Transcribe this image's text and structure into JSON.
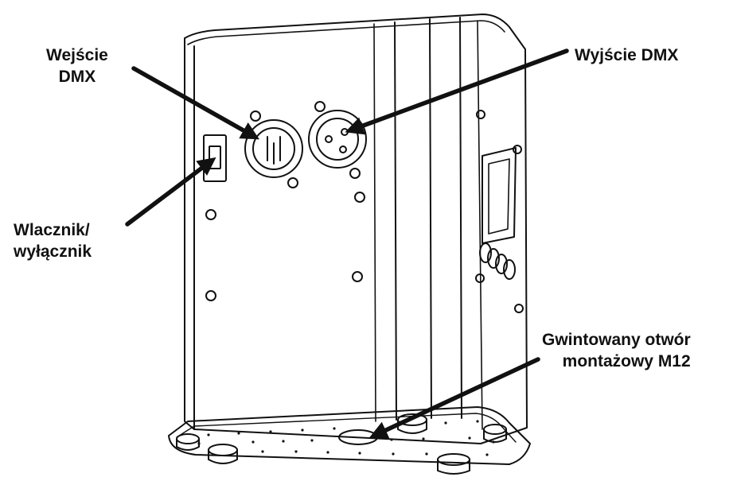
{
  "labels": {
    "dmx_in": {
      "line1": "Wejście",
      "line2": "DMX"
    },
    "dmx_out": {
      "line1": "Wyjście DMX"
    },
    "power_switch": {
      "line1": "Wlacznik/",
      "line2": "wyłącznik"
    },
    "mount_hole": {
      "line1": "Gwintowany otwór",
      "line2": "montażowy M12"
    }
  },
  "colors": {
    "line": "#111111",
    "background": "#ffffff"
  }
}
